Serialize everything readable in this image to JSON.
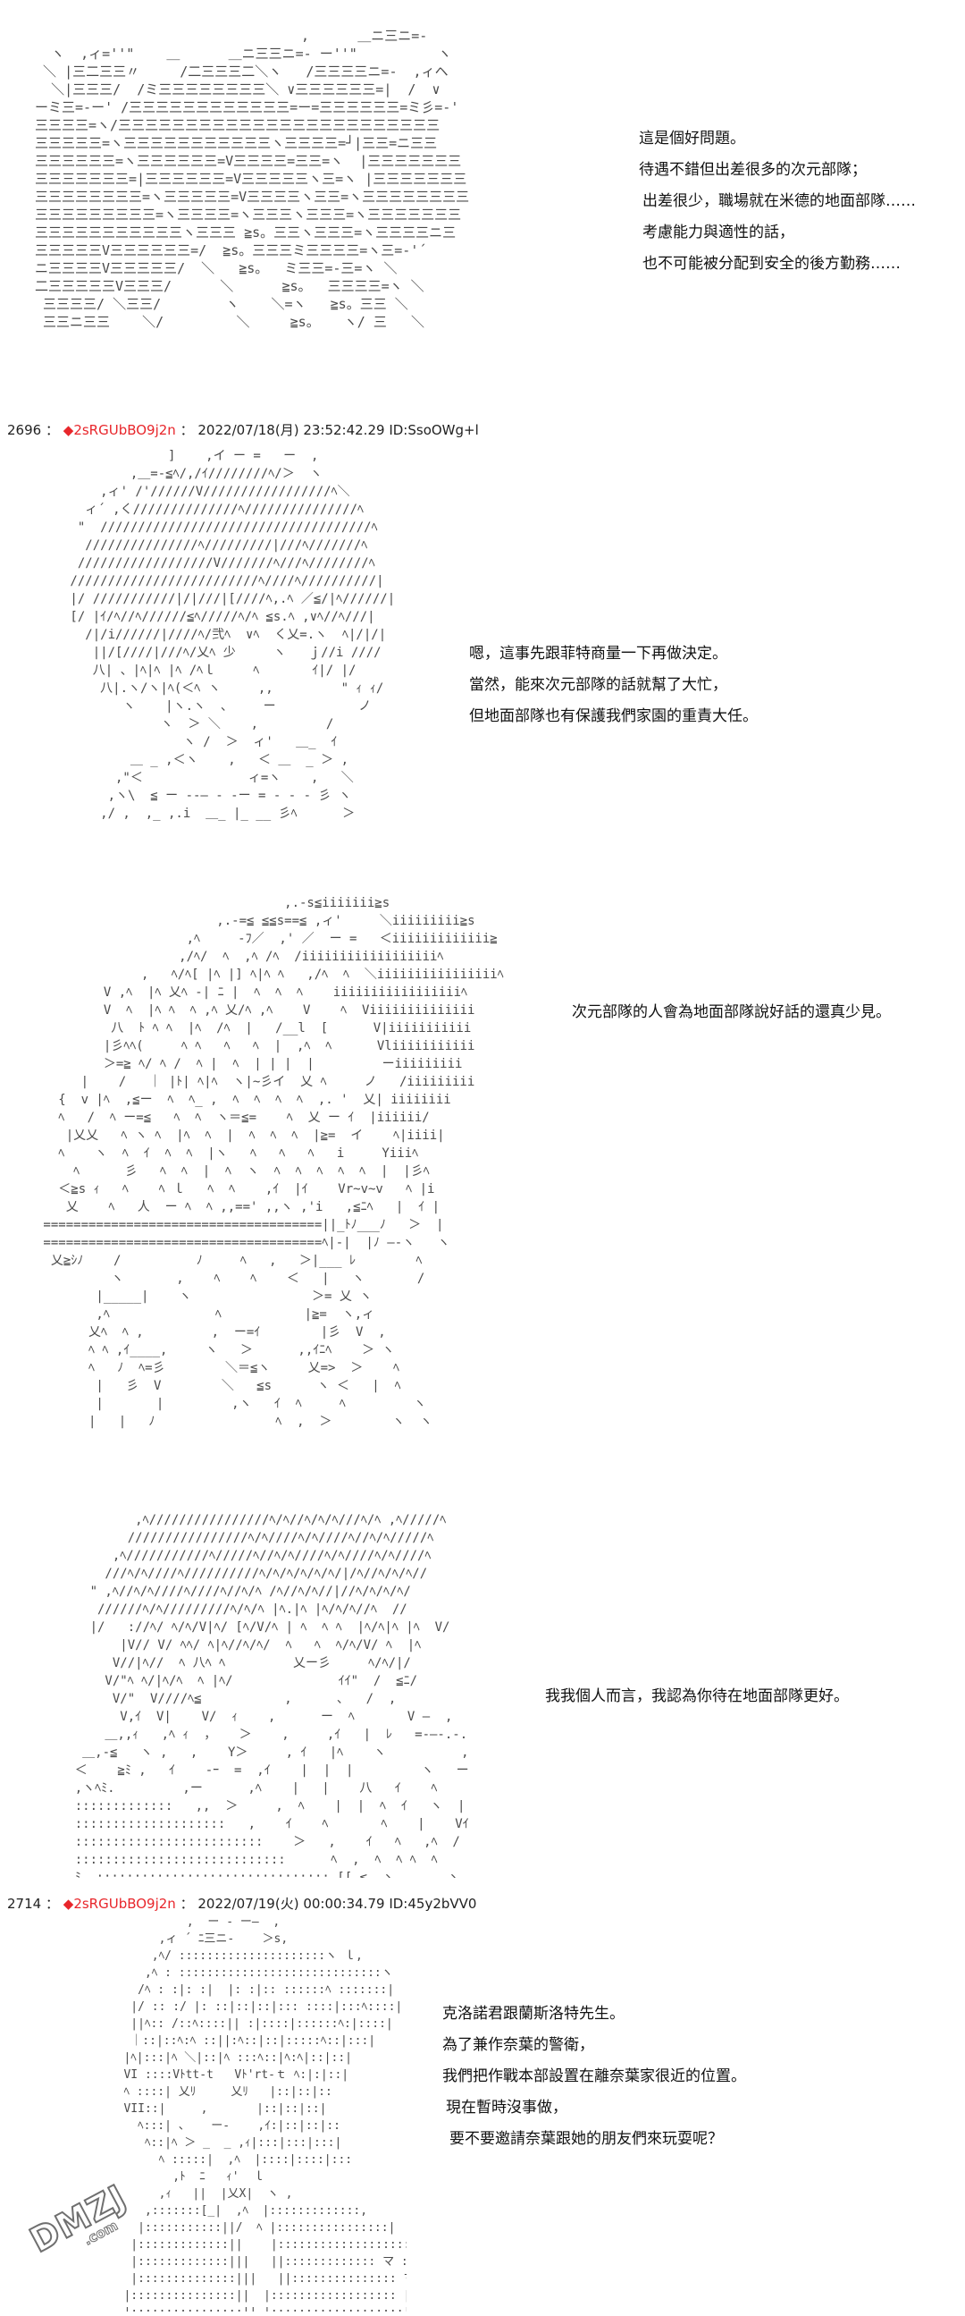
{
  "panels": [
    {
      "dialogue": [
        "這是個好問題。",
        "待遇不錯但出差很多的次元部隊；",
        "出差很少，職場就在米德的地面部隊……",
        "考慮能力與適性的話，",
        "也不可能被分配到安全的後方勤務……"
      ]
    },
    {
      "header": {
        "number": "2696",
        "sep": "：",
        "marker": "◆",
        "trip": "2sRGUbBO9j2n",
        "datetime": "2022/07/18(月) 23:52:42.29",
        "id": "ID:SsoOWg+l"
      },
      "dialogue": [
        "嗯，這事先跟菲特商量一下再做決定。",
        "當然，能來次元部隊的話就幫了大忙，",
        "但地面部隊也有保護我們家園的重責大任。"
      ]
    },
    {
      "dialogue": [
        "次元部隊的人會為地面部隊說好話的還真少見。"
      ]
    },
    {
      "dialogue": [
        "我我個人而言，我認為你待在地面部隊更好。"
      ]
    },
    {
      "header": {
        "number": "2714",
        "sep": "：",
        "marker": "◆",
        "trip": "2sRGUbBO9j2n",
        "datetime": "2022/07/19(火) 00:00:34.79",
        "id": "ID:45y2bVV0"
      },
      "dialogue": [
        "克洛諾君跟蘭斯洛特先生。",
        "為了兼作奈葉的警衛，",
        "我們把作戰本部設置在離奈葉家很近的位置。",
        "現在暫時沒事做，",
        "要不要邀請奈葉跟她的朋友們來玩耍呢？"
      ]
    }
  ],
  "watermark": {
    "text": "DMZJ.com"
  }
}
